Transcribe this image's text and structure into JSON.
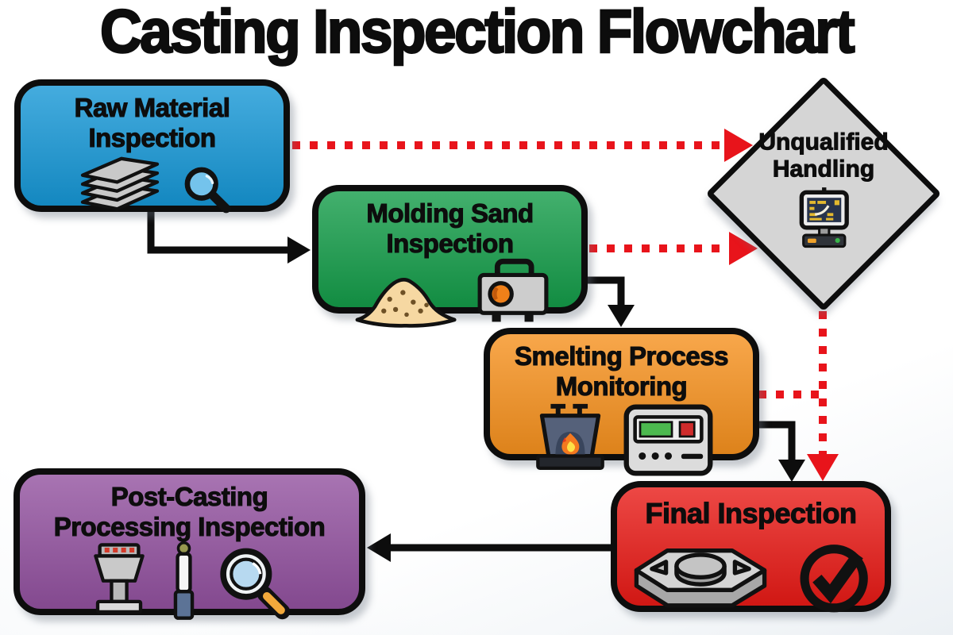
{
  "title": "Casting Inspection Flowchart",
  "nodes": {
    "raw": {
      "line1": "Raw Material",
      "line2": "Inspection",
      "color": "#1697d6",
      "icons": [
        "metal-sheets-stack-icon",
        "magnifying-glass-icon"
      ]
    },
    "sand": {
      "line1": "Molding Sand",
      "line2": "Inspection",
      "color": "#149c49",
      "icons": [
        "sand-pile-icon",
        "testing-device-icon"
      ]
    },
    "smelt": {
      "line1": "Smelting Process",
      "line2": "Monitoring",
      "color": "#f6911e",
      "icons": [
        "furnace-fire-icon",
        "control-panel-icon"
      ]
    },
    "final": {
      "line1": "Final Inspection",
      "line2": "",
      "color": "#e81a16",
      "icons": [
        "hex-nut-casting-icon",
        "check-circle-icon"
      ]
    },
    "post": {
      "line1": "Post-Casting",
      "line2": "Processing Inspection",
      "color": "#92519f",
      "icons": [
        "grinder-tool-icon",
        "probe-pen-icon",
        "magnifying-glass-orange-icon"
      ]
    },
    "unqualified": {
      "line1": "Unqualified",
      "line2": "Handling",
      "color": "#d5d5d5",
      "icons": [
        "computer-monitor-icon"
      ]
    }
  },
  "edges": [
    {
      "from": "Raw Material Inspection",
      "to": "Molding Sand Inspection",
      "style": "solid-black"
    },
    {
      "from": "Molding Sand Inspection",
      "to": "Smelting Process Monitoring",
      "style": "solid-black"
    },
    {
      "from": "Smelting Process Monitoring",
      "to": "Final Inspection",
      "style": "solid-black"
    },
    {
      "from": "Final Inspection",
      "to": "Post-Casting Processing Inspection",
      "style": "solid-black"
    },
    {
      "from": "Raw Material Inspection",
      "to": "Unqualified Handling",
      "style": "dotted-red"
    },
    {
      "from": "Molding Sand Inspection",
      "to": "Unqualified Handling",
      "style": "dotted-red"
    },
    {
      "from": "Smelting Process Monitoring",
      "to": "Unqualified Handling",
      "style": "dotted-red"
    },
    {
      "from": "Unqualified Handling",
      "to": "Final Inspection",
      "style": "dotted-red"
    }
  ],
  "colors": {
    "arrow_black": "#0d0d0d",
    "arrow_red": "#e8141b",
    "text": "#0d0d0d",
    "background": "#ffffff"
  }
}
